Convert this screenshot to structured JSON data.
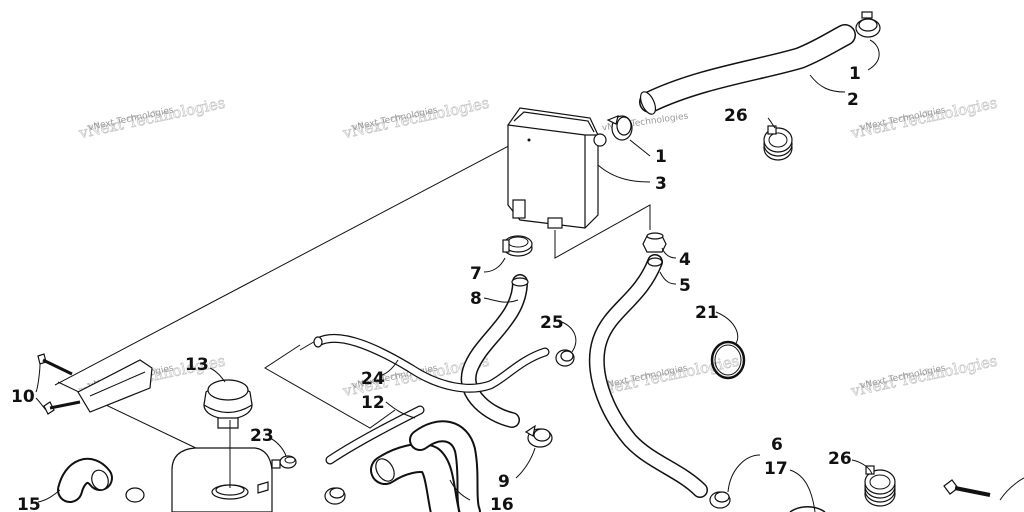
{
  "callouts": [
    {
      "key": "c1a",
      "text": "1"
    },
    {
      "key": "c2",
      "text": "2"
    },
    {
      "key": "c26a",
      "text": "26"
    },
    {
      "key": "c1b",
      "text": "1"
    },
    {
      "key": "c3",
      "text": "3"
    },
    {
      "key": "c4",
      "text": "4"
    },
    {
      "key": "c5",
      "text": "5"
    },
    {
      "key": "c7",
      "text": "7"
    },
    {
      "key": "c8",
      "text": "8"
    },
    {
      "key": "c21",
      "text": "21"
    },
    {
      "key": "c25",
      "text": "25"
    },
    {
      "key": "c13",
      "text": "13"
    },
    {
      "key": "c24",
      "text": "24"
    },
    {
      "key": "c12",
      "text": "12"
    },
    {
      "key": "c10",
      "text": "10"
    },
    {
      "key": "c23",
      "text": "23"
    },
    {
      "key": "c9",
      "text": "9"
    },
    {
      "key": "c6",
      "text": "6"
    },
    {
      "key": "c17",
      "text": "17"
    },
    {
      "key": "c26b",
      "text": "26"
    },
    {
      "key": "c15",
      "text": "15"
    },
    {
      "key": "c16",
      "text": "16"
    }
  ],
  "watermark": {
    "text": "vNext Technologies"
  }
}
